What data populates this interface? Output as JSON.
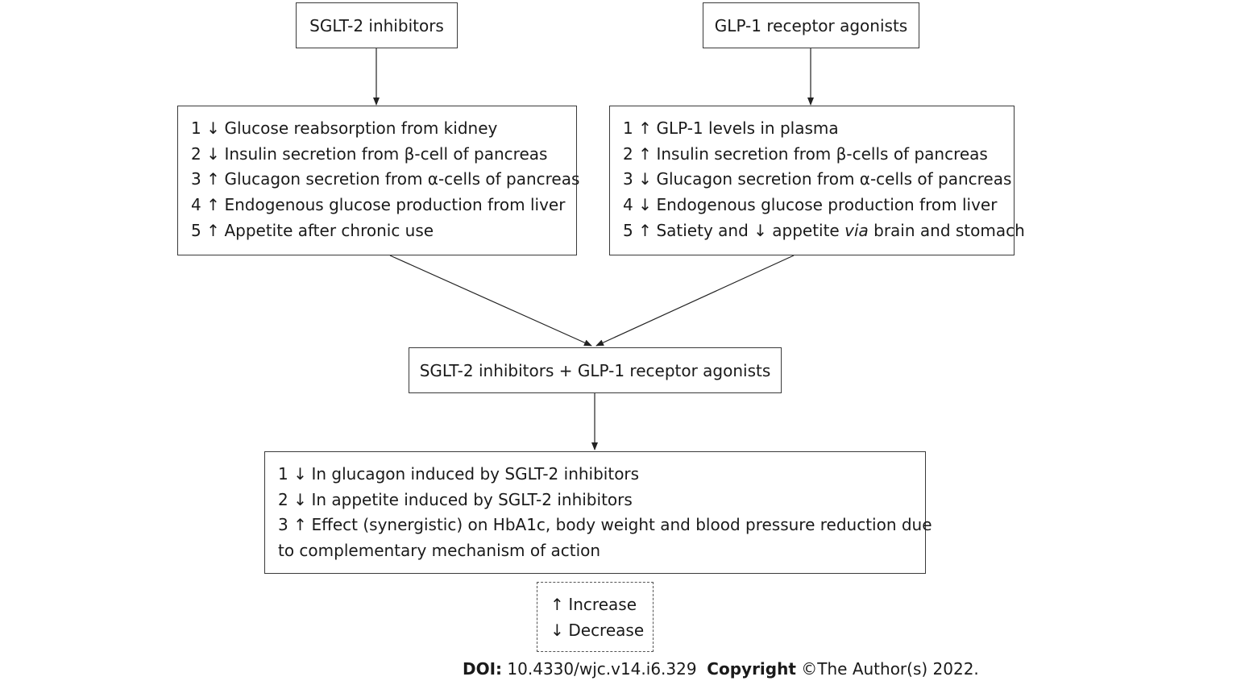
{
  "sglt2": {
    "title": "SGLT-2 inhibitors",
    "effects": [
      {
        "num": "1",
        "arrow": "↓",
        "text": "Glucose reabsorption from kidney"
      },
      {
        "num": "2",
        "arrow": "↓",
        "text": "Insulin secretion from β-cell of pancreas"
      },
      {
        "num": "3",
        "arrow": "↑",
        "text": "Glucagon secretion from α-cells of pancreas"
      },
      {
        "num": "4",
        "arrow": "↑",
        "text": "Endogenous glucose production from liver"
      },
      {
        "num": "5",
        "arrow": "↑",
        "text": "Appetite after chronic use"
      }
    ]
  },
  "glp1": {
    "title": "GLP-1 receptor agonists",
    "effects": [
      {
        "num": "1",
        "arrow": "↑",
        "text": "GLP-1 levels in plasma"
      },
      {
        "num": "2",
        "arrow": "↑",
        "text": "Insulin secretion from β-cells of pancreas"
      },
      {
        "num": "3",
        "arrow": "↓",
        "text": "Glucagon secretion from α-cells of pancreas"
      },
      {
        "num": "4",
        "arrow": "↓",
        "text": "Endogenous glucose production from liver"
      },
      {
        "num": "5",
        "arrow": "↑",
        "text": "Satiety and ↓ appetite ",
        "italic": "via",
        "text_after": " brain and stomach"
      }
    ]
  },
  "combined": {
    "title": "SGLT-2 inhibitors + GLP-1 receptor agonists"
  },
  "outcomes": {
    "items": [
      {
        "num": "1",
        "arrow": "↓",
        "text": "In glucagon induced by SGLT-2 inhibitors"
      },
      {
        "num": "2",
        "arrow": "↓",
        "text": "In appetite induced by SGLT-2 inhibitors"
      },
      {
        "num": "3",
        "arrow": "↑",
        "text": "Effect (synergistic) on HbA1c, body weight and blood pressure reduction due"
      }
    ],
    "continuation": "to complementary mechanism of action"
  },
  "legend": {
    "increase": {
      "symbol": "↑",
      "label": "Increase"
    },
    "decrease": {
      "symbol": "↓",
      "label": "Decrease"
    }
  },
  "footer": {
    "doi_label": "DOI:",
    "doi_value": "10.4330/wjc.v14.i6.329",
    "copyright_label": "Copyright",
    "copyright_value": "©The Author(s) 2022."
  },
  "colors": {
    "border": "#3a3a3a",
    "line": "#222222",
    "text": "#1a1a1a"
  }
}
